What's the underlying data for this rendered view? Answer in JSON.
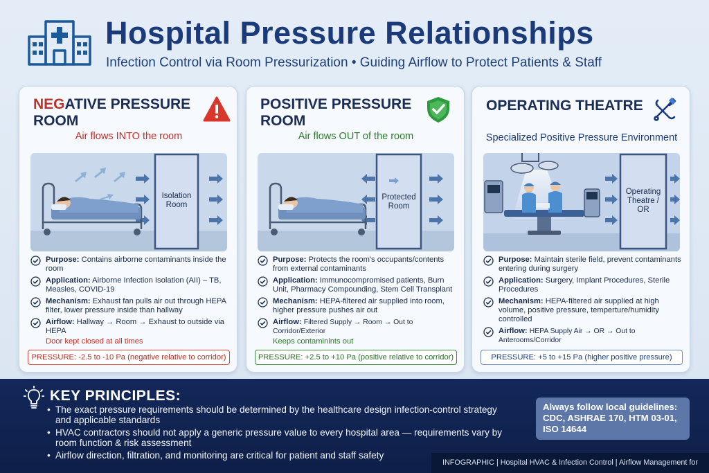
{
  "header": {
    "title": "Hospital Pressure Relationships",
    "subtitle": "Infection Control via Room Pressurization • Guiding Airflow to Protect Patients & Staff",
    "icon": "hospital-building-icon"
  },
  "cards": {
    "negative": {
      "title_highlight": "NEG",
      "title_rest_line1": "ATIVE PRESSURE",
      "title_line2": "ROOM",
      "subtitle": "Air flows INTO the room",
      "room_label": "Isolation Room",
      "badge_icon": "warning-icon",
      "points": [
        {
          "label": "Purpose:",
          "text": "Contains airborne contaminants inside the room"
        },
        {
          "label": "Application:",
          "text": "Airborne Infection Isolation (AII) – TB, Measles, COVID-19"
        },
        {
          "label": "Mechanism:",
          "text": "Exhaust fan pulls air out through HEPA filter, lower pressure inside than hallway"
        },
        {
          "label": "Airflow:",
          "text": "Hallway → Room → Exhaust to outside via HEPA"
        }
      ],
      "note": "Door kept closed at all times",
      "pressure": "PRESSURE: -2.5 to -10 Pa (negative relative to corridor)",
      "accent": "#c0302a"
    },
    "positive": {
      "title_line1": "POSITIVE PRESSURE",
      "title_line2": "ROOM",
      "subtitle": "Air flows OUT of the room",
      "room_label": "Protected Room",
      "badge_icon": "shield-check-icon",
      "points": [
        {
          "label": "Purpose:",
          "text": "Protects the room's occupants/contents from external contaminants"
        },
        {
          "label": "Application:",
          "text": "Immunocompromised patients, Burn Unit, Pharmacy Compounding, Stem Cell Transplant"
        },
        {
          "label": "Mechanism:",
          "text": "HEPA-filtered air supplied into room, higher pressure pushes air out"
        },
        {
          "label": "Airflow:",
          "text": "Filtered Supply → Room → Out to Corridor/Exterior"
        }
      ],
      "note": "Keeps contaminints out",
      "pressure": "PRESSURE: +2.5 to +10 Pa (positive relative to corridor)",
      "accent": "#2c7a2c"
    },
    "operating": {
      "title": "OPERATING THEATRE",
      "subtitle": "Specialized Positive Pressure Environment",
      "room_label": "Operating Theatre / OR",
      "badge_icon": "surgical-tools-icon",
      "points": [
        {
          "label": "Purpose:",
          "text": "Maintain sterile field, prevent contaminants entering during surgery"
        },
        {
          "label": "Application:",
          "text": "Surgery, Implant Procedures, Sterile Procedures"
        },
        {
          "label": "Mechanism:",
          "text": "HEPA-filtered air supplied at high volume, positive pressure, temperture/humidity controlled"
        },
        {
          "label": "Airflow:",
          "text": "HEPA Supply Air → OR → Out to Anterooms/Corridor"
        }
      ],
      "pressure": "PRESSURE: +5 to +15 Pa (higher positive pressure)",
      "accent": "#1b3a7a"
    }
  },
  "key_principles": {
    "title": "KEY PRINCIPLES:",
    "icon": "lightbulb-icon",
    "items": [
      "The exact pressure requirements should be determined by the healthcare design infection-control strategy and applicable standards",
      "HVAC contractors should not apply a generic pressure value to every hospital area — requirements vary by room function & risk assessment",
      "Airflow direction, filtration, and monitoring are critical for patient and staff safety"
    ],
    "guidelines": "Always follow local guidelines: CDC, ASHRAE 170, HTM 03-01, ISO 14644"
  },
  "footer": {
    "caption": "INFOGRAPHIC | Hospital HVAC & Infection Control | Airflow Management for Safety"
  },
  "colors": {
    "navy": "#1b3a7a",
    "red": "#c0302a",
    "green": "#2c7a2c",
    "footer_bg": "#13285a"
  }
}
